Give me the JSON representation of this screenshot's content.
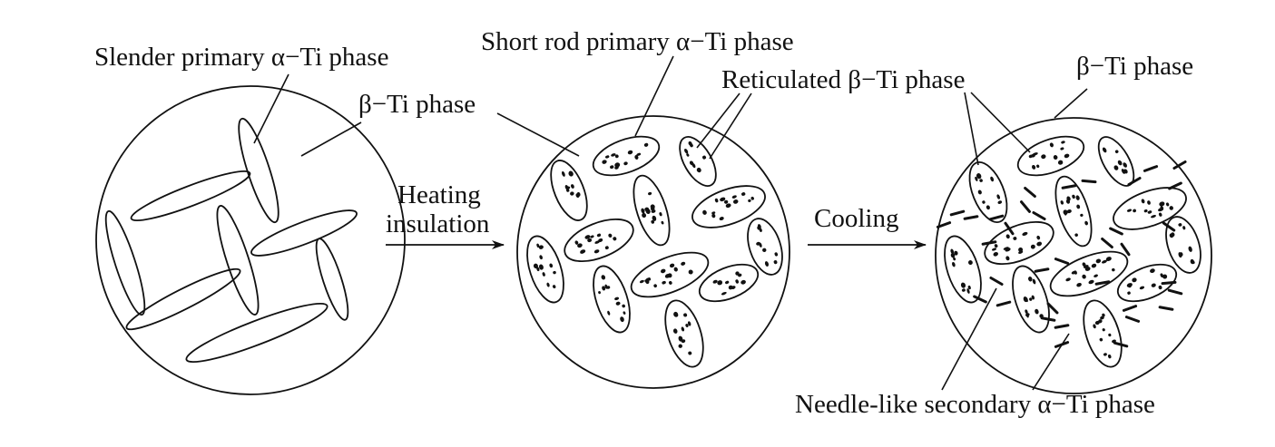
{
  "labels": {
    "slender_alpha": "Slender primary α−Ti phase",
    "beta_left": "β−Ti phase",
    "short_rod_alpha": "Short rod primary α−Ti phase",
    "reticulated_beta": "Reticulated β−Ti phase",
    "beta_right": "β−Ti phase",
    "heating_line1": "Heating",
    "heating_line2": "insulation",
    "cooling": "Cooling",
    "needle_alpha": "Needle-like secondary α−Ti phase"
  },
  "colors": {
    "ink": "#111111",
    "background": "#ffffff"
  }
}
